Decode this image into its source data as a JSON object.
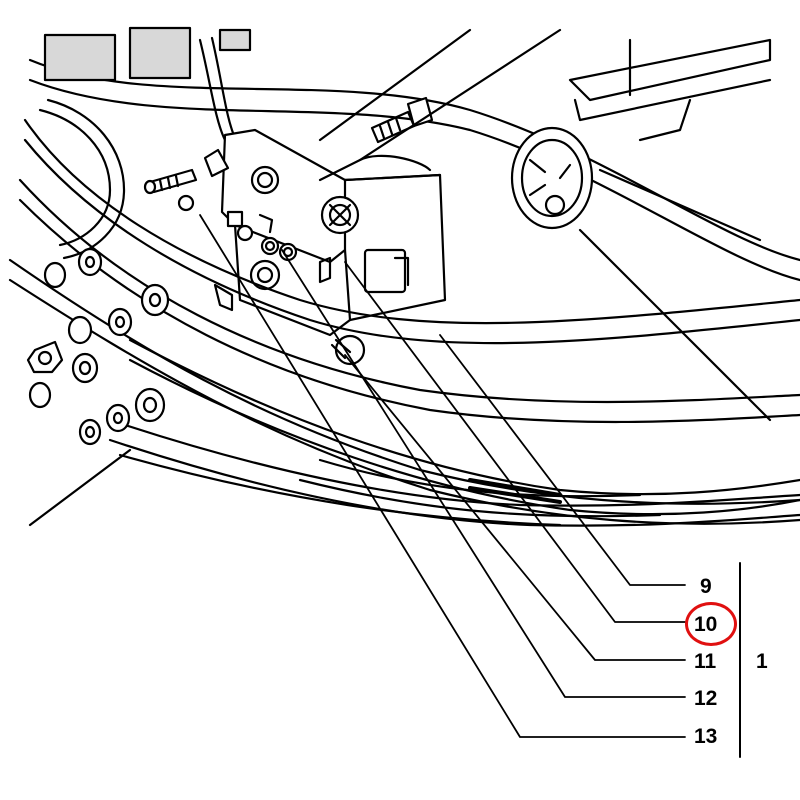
{
  "callouts": [
    {
      "id": "9",
      "label": "9"
    },
    {
      "id": "10",
      "label": "10",
      "highlighted": true
    },
    {
      "id": "11",
      "label": "11"
    },
    {
      "id": "12",
      "label": "12"
    },
    {
      "id": "13",
      "label": "13"
    }
  ],
  "group_label": "1",
  "colors": {
    "ink": "#000000",
    "highlight": "#e01010",
    "background": "#ffffff"
  }
}
